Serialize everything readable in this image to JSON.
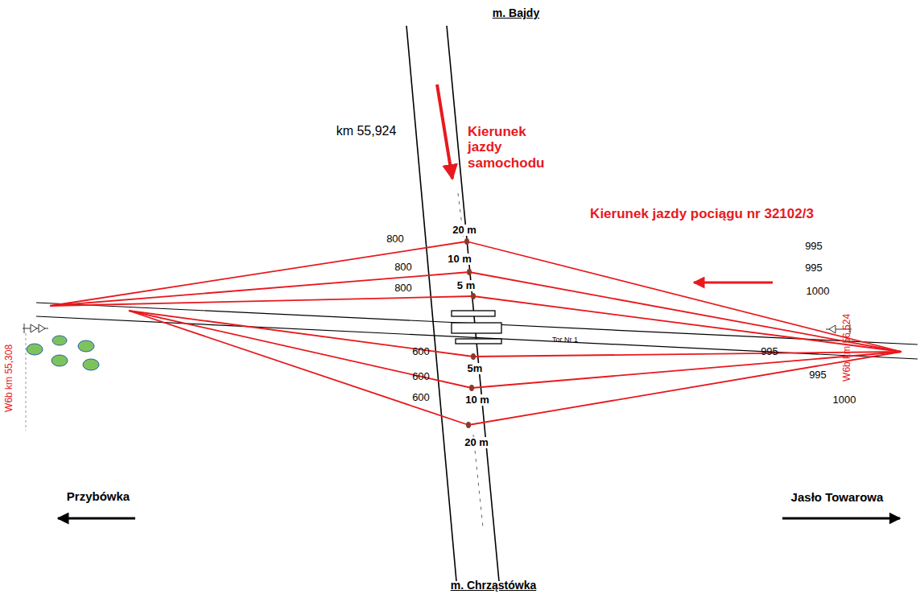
{
  "diagram": {
    "labels": [
      "m. Bajdy",
      "km 55,924",
      "Kierunek jazdy samochodu",
      "Kierunek jazdy pociągu nr 32102/3",
      "800",
      "20 m",
      "995",
      "800",
      "10 m",
      "995",
      "800",
      "5 m",
      "1000",
      "W6b km 56,524",
      "Tor Nr 1",
      "600",
      "5m",
      "995",
      "600",
      "10 m",
      "995",
      "600",
      "20 m",
      "1000",
      "W6b km 55,308",
      "Przybówka",
      "Jasło Towarowa",
      "m. Chrząstówka"
    ]
  }
}
